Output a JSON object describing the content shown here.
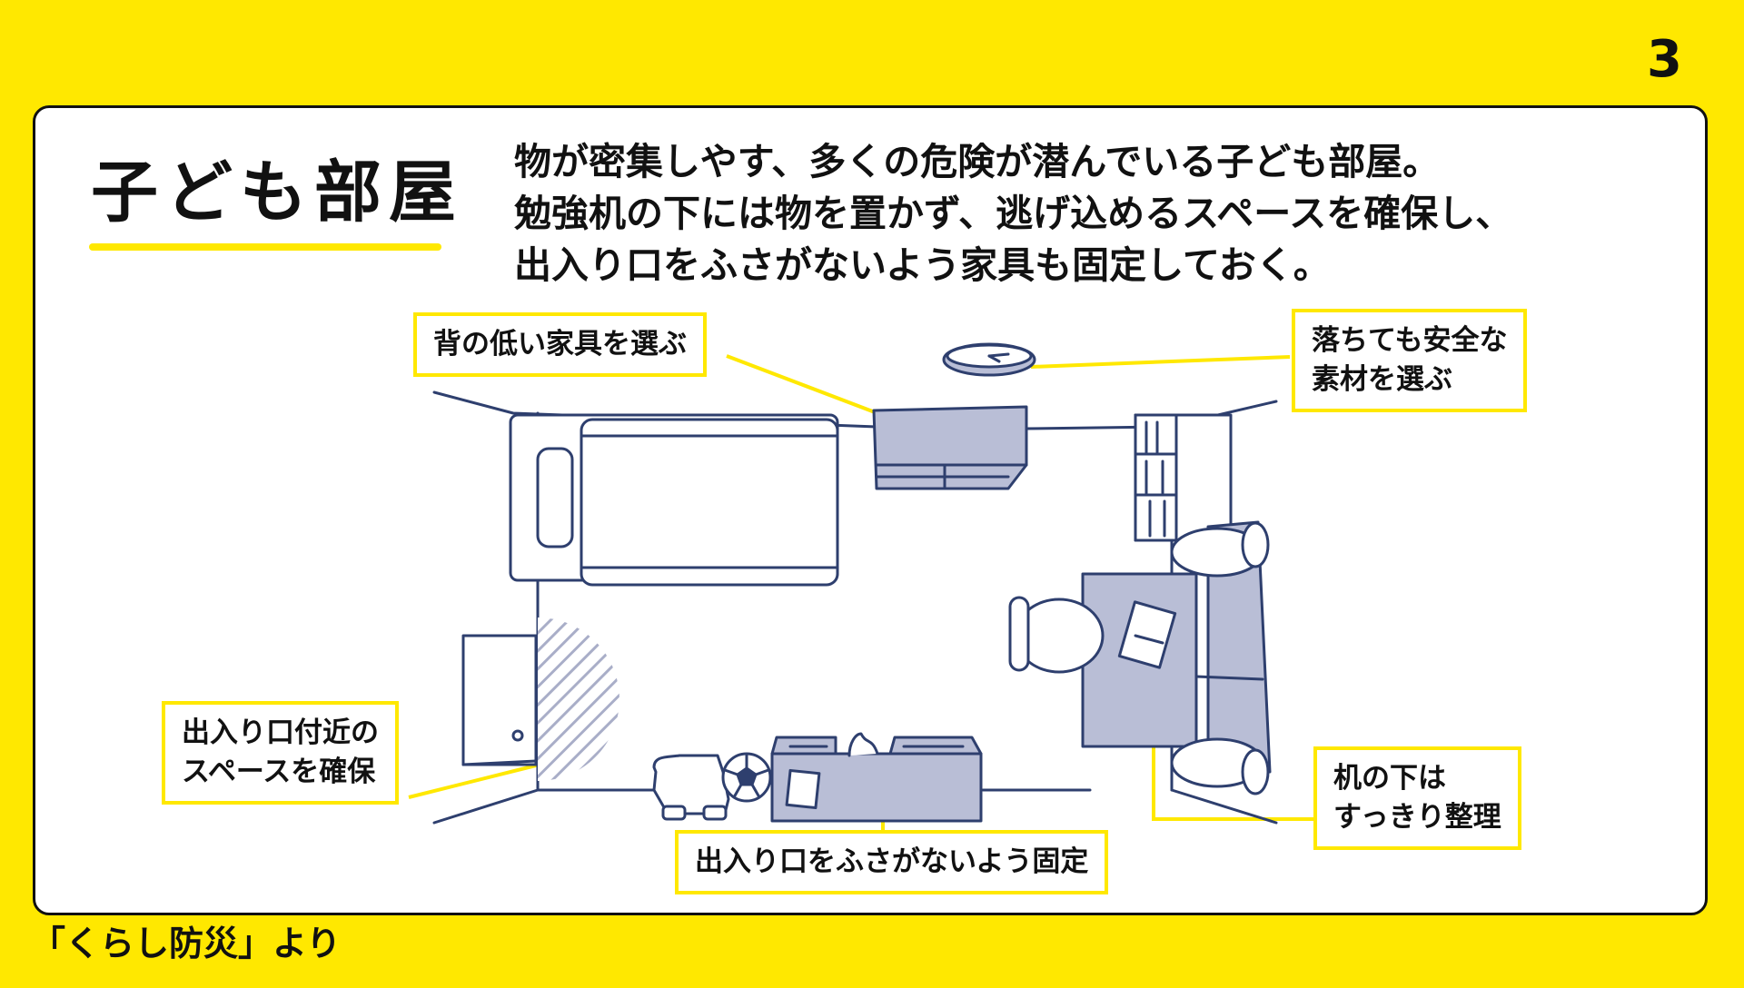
{
  "page_number": "3",
  "title": "子ども部屋",
  "intro_lines": [
    "物が密集しやす、多くの危険が潜んでいる子ども部屋。",
    "勉強机の下には物を置かず、逃げ込めるスペースを確保し、",
    "出入り口をふさがないよう家具も固定しておく。"
  ],
  "callouts": {
    "low_furniture": [
      "背の低い家具を選ぶ"
    ],
    "safe_material": [
      "落ちても安全な",
      "素材を選ぶ"
    ],
    "entrance_space": [
      "出入り口付近の",
      "スペースを確保"
    ],
    "fix_furniture": [
      "出入り口をふさがないよう固定"
    ],
    "under_desk": [
      "机の下は",
      "すっきり整理"
    ]
  },
  "source": "「くらし防災」より",
  "colors": {
    "background": "#FFE800",
    "card": "#FFFFFF",
    "line_art": "#2E3F6E",
    "furniture_fill": "#B9BED6",
    "leader_line": "#FFE800"
  },
  "icons": [
    "wall-clock-icon",
    "bed-icon",
    "shelf-icon",
    "bookcase-icon",
    "desk-icon",
    "chair-icon",
    "door-icon",
    "soccer-ball-icon",
    "toy-car-icon",
    "toy-box-icon"
  ]
}
